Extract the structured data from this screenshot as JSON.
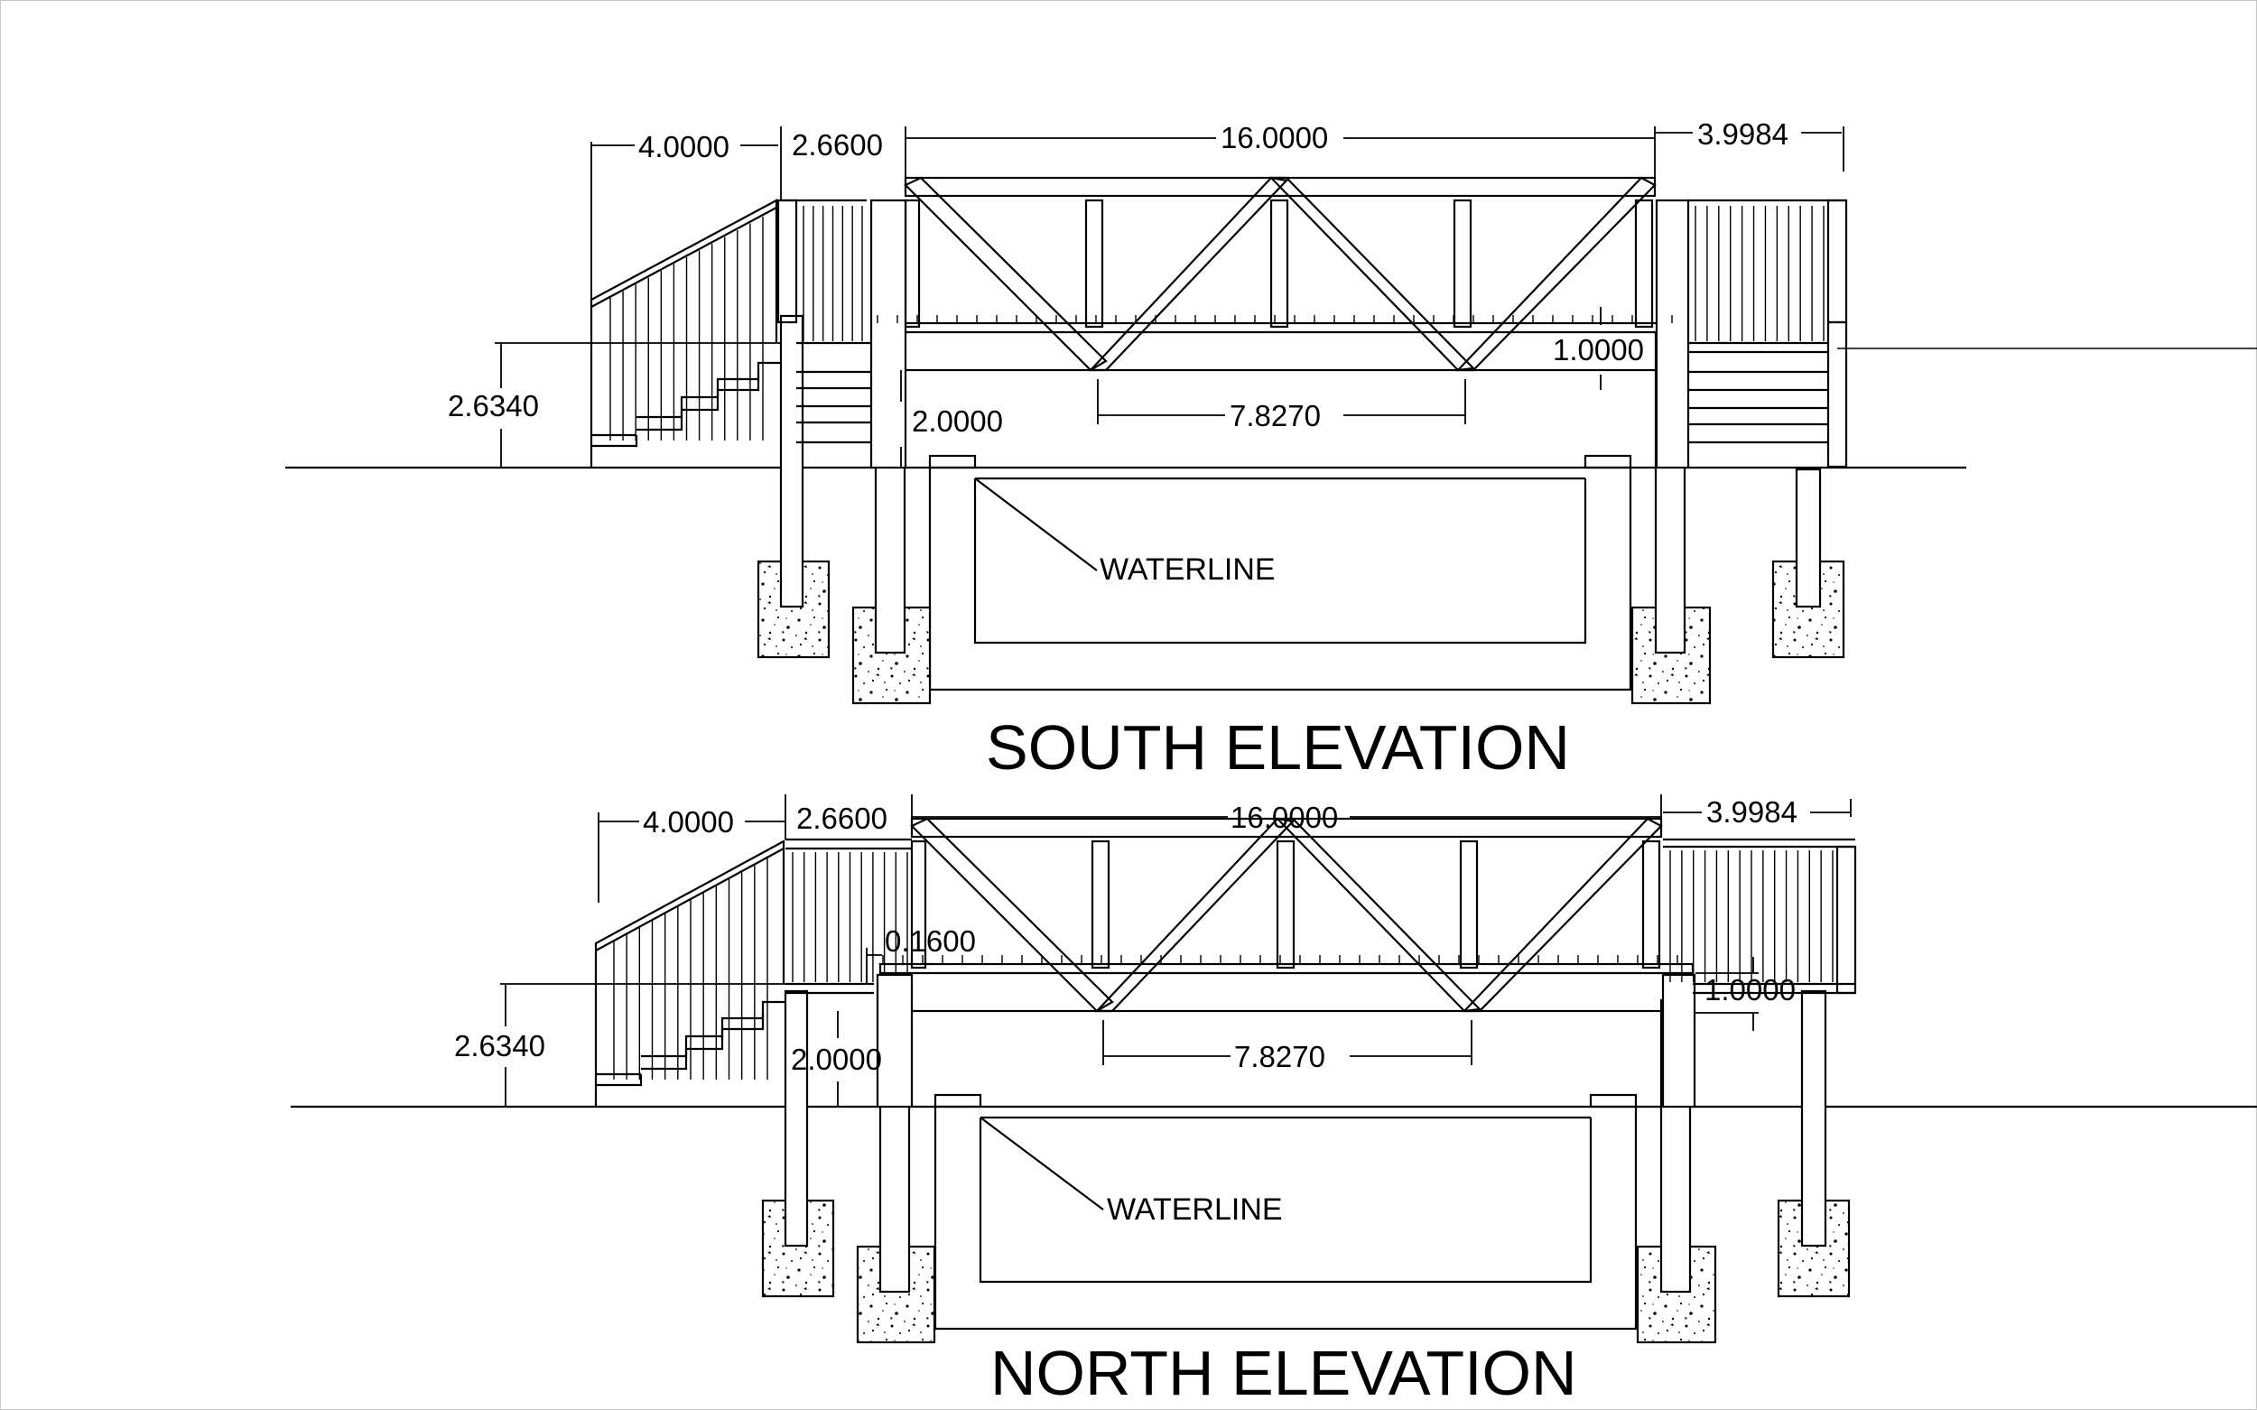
{
  "drawings": [
    {
      "title": "SOUTH ELEVATION",
      "dims": {
        "stair_run": "4.0000",
        "landing": "2.6600",
        "span": "16.0000",
        "right_deck": "3.9984",
        "height": "2.6340",
        "clearance": "2.0000",
        "panel": "7.8270",
        "truss_depth": "1.0000"
      },
      "waterline": "WATERLINE"
    },
    {
      "title": "NORTH ELEVATION",
      "dims": {
        "stair_run": "4.0000",
        "landing": "2.6600",
        "span": "16.0000",
        "right_deck": "3.9984",
        "height": "2.6340",
        "clearance": "2.0000",
        "panel": "7.8270",
        "truss_depth": "1.0000",
        "deck_thickness": "0.1600"
      },
      "waterline": "WATERLINE"
    }
  ]
}
